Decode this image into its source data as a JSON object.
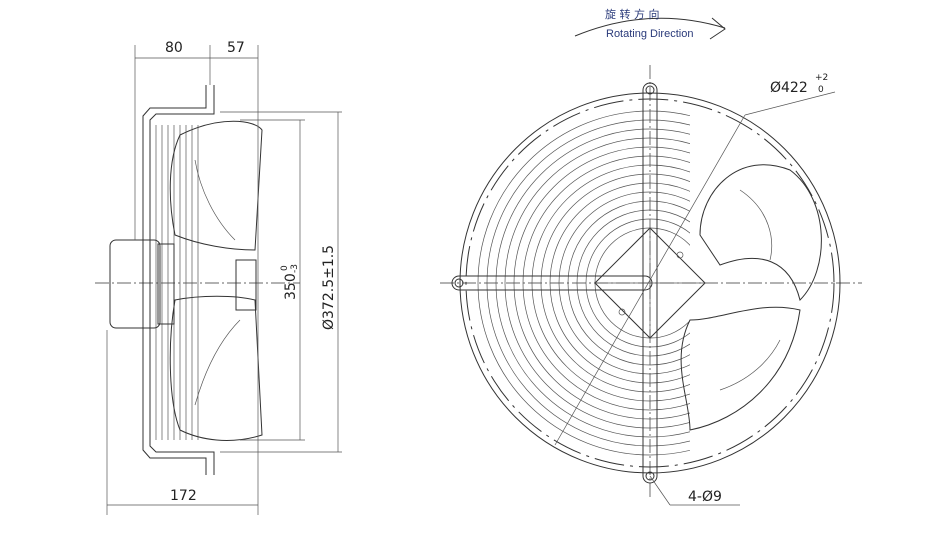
{
  "rotation": {
    "label_cn": "旋 转 方 向",
    "label_en": "Rotating Direction"
  },
  "side_view": {
    "dim_top_left": "80",
    "dim_top_right": "57",
    "dim_bottom": "172",
    "dim_inner": "350",
    "dim_inner_tol_upper": "0",
    "dim_inner_tol_lower": "-3",
    "dim_outer": "Ø372.5±1.5"
  },
  "front_view": {
    "dim_diameter": "Ø422",
    "dim_diameter_tol_upper": "+2",
    "dim_diameter_tol_lower": "0",
    "dim_holes": "4-Ø9"
  }
}
